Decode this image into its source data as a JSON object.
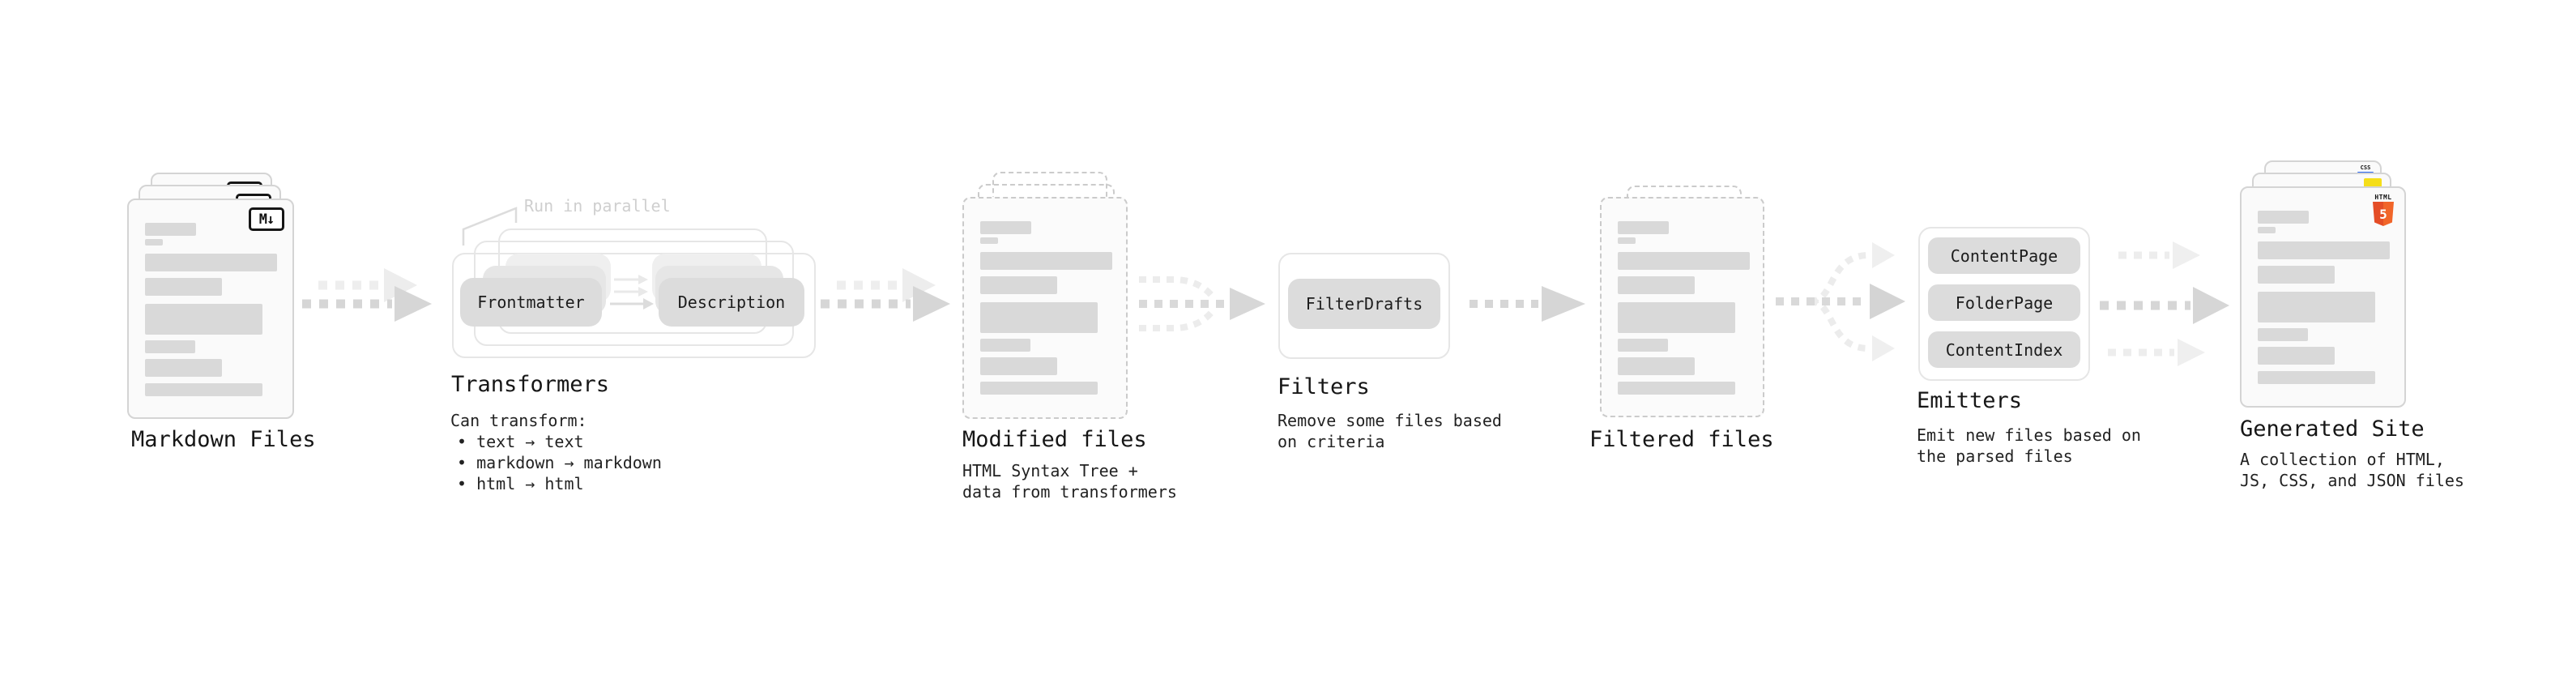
{
  "colors": {
    "html5_orange": "#e44d26",
    "html5_orange_light": "#f16529",
    "js_yellow": "#f5de19",
    "css_blue": "#2965f1"
  },
  "markdown_files": {
    "label": "Markdown Files",
    "badge": "M↓"
  },
  "transformers": {
    "heading": "Transformers",
    "annotation": "Run in parallel",
    "pill_a": "Frontmatter",
    "pill_b": "Description",
    "desc_title": "Can transform:",
    "bullets": [
      "• text → text",
      "• markdown → markdown",
      "• html → html"
    ]
  },
  "modified_files": {
    "label": "Modified files",
    "desc": [
      "HTML Syntax Tree +",
      "data from transformers"
    ]
  },
  "filters": {
    "heading": "Filters",
    "pill": "FilterDrafts",
    "desc": [
      "Remove some files based",
      "on criteria"
    ]
  },
  "filtered_files": {
    "label": "Filtered files"
  },
  "emitters": {
    "heading": "Emitters",
    "pills": [
      "ContentPage",
      "FolderPage",
      "ContentIndex"
    ],
    "desc": [
      "Emit new files based on",
      "the parsed files"
    ]
  },
  "generated_site": {
    "label": "Generated Site",
    "desc": [
      "A collection of HTML,",
      "JS, CSS, and JSON files"
    ],
    "css_badge": "CSS",
    "html_badge_label": "HTML",
    "html_badge_number": "5"
  }
}
